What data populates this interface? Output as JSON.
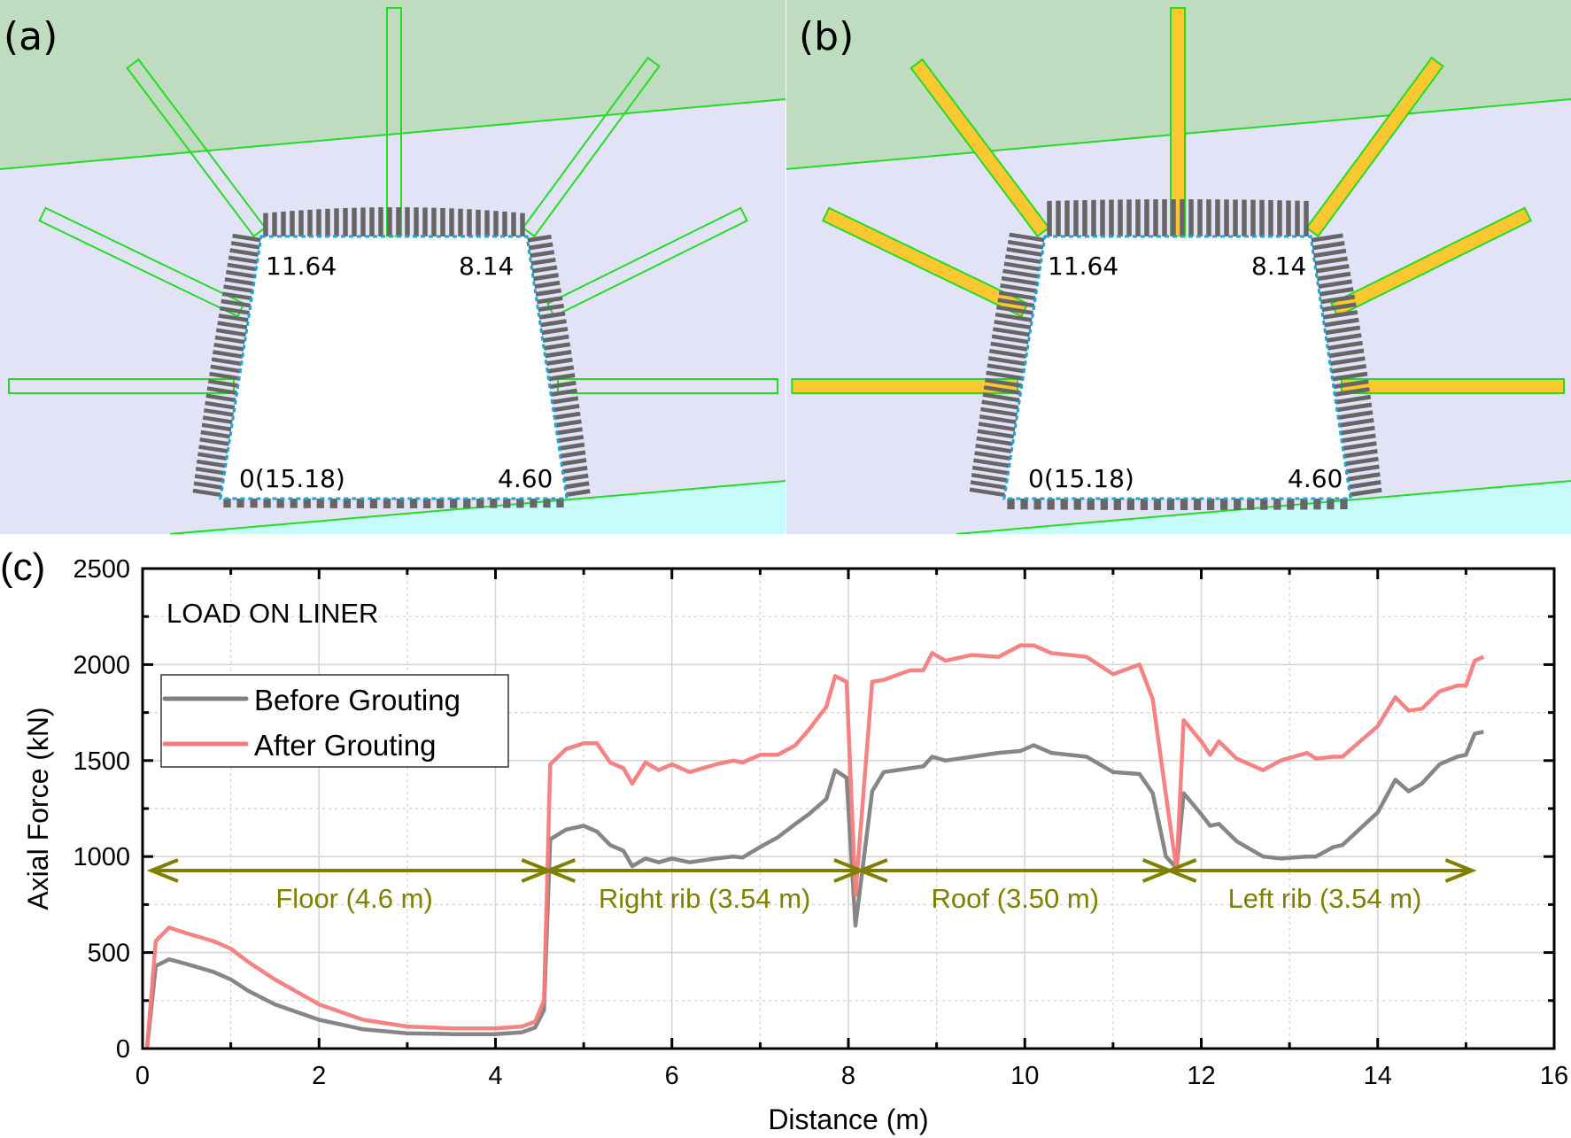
{
  "panels": [
    {
      "id": "a",
      "label": "(a)",
      "grouted": false,
      "corner_labels": {
        "top_left": "11.64",
        "top_right": "8.14",
        "bottom_left": "0(15.18)",
        "bottom_right": "4.60"
      }
    },
    {
      "id": "b",
      "label": "(b)",
      "grouted": true,
      "corner_labels": {
        "top_left": "11.64",
        "top_right": "8.14",
        "bottom_left": "0(15.18)",
        "bottom_right": "4.60"
      }
    }
  ],
  "colors": {
    "upper_layer": "#c0dcc0",
    "middle_layer": "#e3e3f7",
    "lower_layer": "#c6fcfc",
    "bolt_outline": "#22dd22",
    "grout_fill": "#fbc832",
    "liner_bar": "#666666",
    "excavation_outline": "#1fa6d0",
    "before": "#808080",
    "after": "#f47c7c",
    "annotation": "#808000"
  },
  "chart_panel_label": "(c)",
  "chart_data": {
    "type": "line",
    "title": "LOAD ON LINER",
    "xlabel": "Distance (m)",
    "ylabel": "Axial Force (kN)",
    "xlim": [
      0,
      16
    ],
    "ylim": [
      0,
      2500
    ],
    "xticks": [
      0,
      2,
      4,
      6,
      8,
      10,
      12,
      14,
      16
    ],
    "yticks": [
      0,
      500,
      1000,
      1500,
      2000,
      2500
    ],
    "grid": true,
    "legend_position": "upper-left",
    "series": [
      {
        "name": "Before Grouting",
        "color": "#808080",
        "x": [
          0.05,
          0.15,
          0.3,
          0.5,
          0.8,
          1.0,
          1.2,
          1.5,
          2.0,
          2.5,
          3.0,
          3.5,
          4.0,
          4.3,
          4.45,
          4.55,
          4.62,
          4.8,
          5.0,
          5.15,
          5.3,
          5.45,
          5.55,
          5.7,
          5.85,
          6.0,
          6.2,
          6.5,
          6.7,
          6.8,
          7.0,
          7.2,
          7.4,
          7.55,
          7.75,
          7.85,
          7.98,
          8.08,
          8.27,
          8.4,
          8.7,
          8.85,
          8.95,
          9.1,
          9.4,
          9.7,
          9.95,
          10.1,
          10.3,
          10.7,
          11.0,
          11.3,
          11.45,
          11.6,
          11.72,
          11.8,
          12.0,
          12.1,
          12.2,
          12.4,
          12.7,
          12.9,
          13.2,
          13.3,
          13.5,
          13.6,
          14.0,
          14.2,
          14.35,
          14.5,
          14.7,
          14.9,
          15.0,
          15.1,
          15.2
        ],
        "values": [
          0,
          430,
          465,
          440,
          400,
          360,
          300,
          230,
          150,
          100,
          80,
          75,
          75,
          85,
          110,
          200,
          1090,
          1140,
          1160,
          1130,
          1060,
          1030,
          950,
          990,
          970,
          990,
          970,
          990,
          1000,
          995,
          1050,
          1100,
          1170,
          1220,
          1300,
          1450,
          1410,
          640,
          1340,
          1440,
          1460,
          1470,
          1520,
          1500,
          1520,
          1540,
          1550,
          1580,
          1540,
          1520,
          1440,
          1430,
          1330,
          1000,
          940,
          1330,
          1220,
          1160,
          1170,
          1080,
          1000,
          990,
          1000,
          1000,
          1050,
          1060,
          1230,
          1400,
          1340,
          1380,
          1480,
          1520,
          1530,
          1640,
          1650
        ]
      },
      {
        "name": "After Grouting",
        "color": "#f47c7c",
        "x": [
          0.05,
          0.15,
          0.3,
          0.5,
          0.8,
          1.0,
          1.2,
          1.5,
          2.0,
          2.5,
          3.0,
          3.5,
          4.0,
          4.3,
          4.45,
          4.55,
          4.62,
          4.8,
          5.0,
          5.15,
          5.3,
          5.45,
          5.55,
          5.7,
          5.85,
          6.0,
          6.2,
          6.5,
          6.7,
          6.8,
          7.0,
          7.2,
          7.4,
          7.55,
          7.75,
          7.85,
          7.98,
          8.08,
          8.27,
          8.4,
          8.7,
          8.85,
          8.95,
          9.1,
          9.4,
          9.7,
          9.95,
          10.1,
          10.3,
          10.7,
          11.0,
          11.3,
          11.45,
          11.6,
          11.72,
          11.8,
          12.0,
          12.1,
          12.2,
          12.4,
          12.7,
          12.9,
          13.2,
          13.3,
          13.5,
          13.6,
          14.0,
          14.2,
          14.35,
          14.5,
          14.7,
          14.9,
          15.0,
          15.1,
          15.2
        ],
        "values": [
          0,
          560,
          630,
          600,
          560,
          520,
          450,
          360,
          230,
          150,
          115,
          105,
          105,
          115,
          140,
          250,
          1480,
          1560,
          1590,
          1590,
          1490,
          1460,
          1380,
          1490,
          1450,
          1480,
          1440,
          1480,
          1500,
          1490,
          1530,
          1530,
          1580,
          1660,
          1780,
          1940,
          1910,
          800,
          1910,
          1920,
          1970,
          1970,
          2060,
          2020,
          2050,
          2040,
          2100,
          2100,
          2060,
          2040,
          1950,
          2000,
          1820,
          1320,
          930,
          1710,
          1600,
          1530,
          1600,
          1510,
          1450,
          1500,
          1540,
          1510,
          1520,
          1520,
          1680,
          1830,
          1760,
          1770,
          1860,
          1890,
          1890,
          2020,
          2040
        ]
      }
    ],
    "annotations": [
      {
        "label": "Floor (4.6 m)",
        "x_start": 0.1,
        "x_end": 4.6,
        "y": 927,
        "label_x": 2.4,
        "label_y": 780,
        "arrow_start": true,
        "arrow_end": true
      },
      {
        "label": "Right rib (3.54 m)",
        "x_start": 4.6,
        "x_end": 8.14,
        "y": 927,
        "label_x": 6.37,
        "label_y": 780,
        "arrow_start": true,
        "arrow_end": true
      },
      {
        "label": "Roof (3.50 m)",
        "x_start": 8.14,
        "x_end": 11.64,
        "y": 927,
        "label_x": 9.89,
        "label_y": 780,
        "arrow_start": true,
        "arrow_end": true
      },
      {
        "label": "Left rib (3.54 m)",
        "x_start": 11.64,
        "x_end": 15.07,
        "y": 927,
        "label_x": 13.4,
        "label_y": 780,
        "arrow_start": true,
        "arrow_end": true
      }
    ]
  }
}
